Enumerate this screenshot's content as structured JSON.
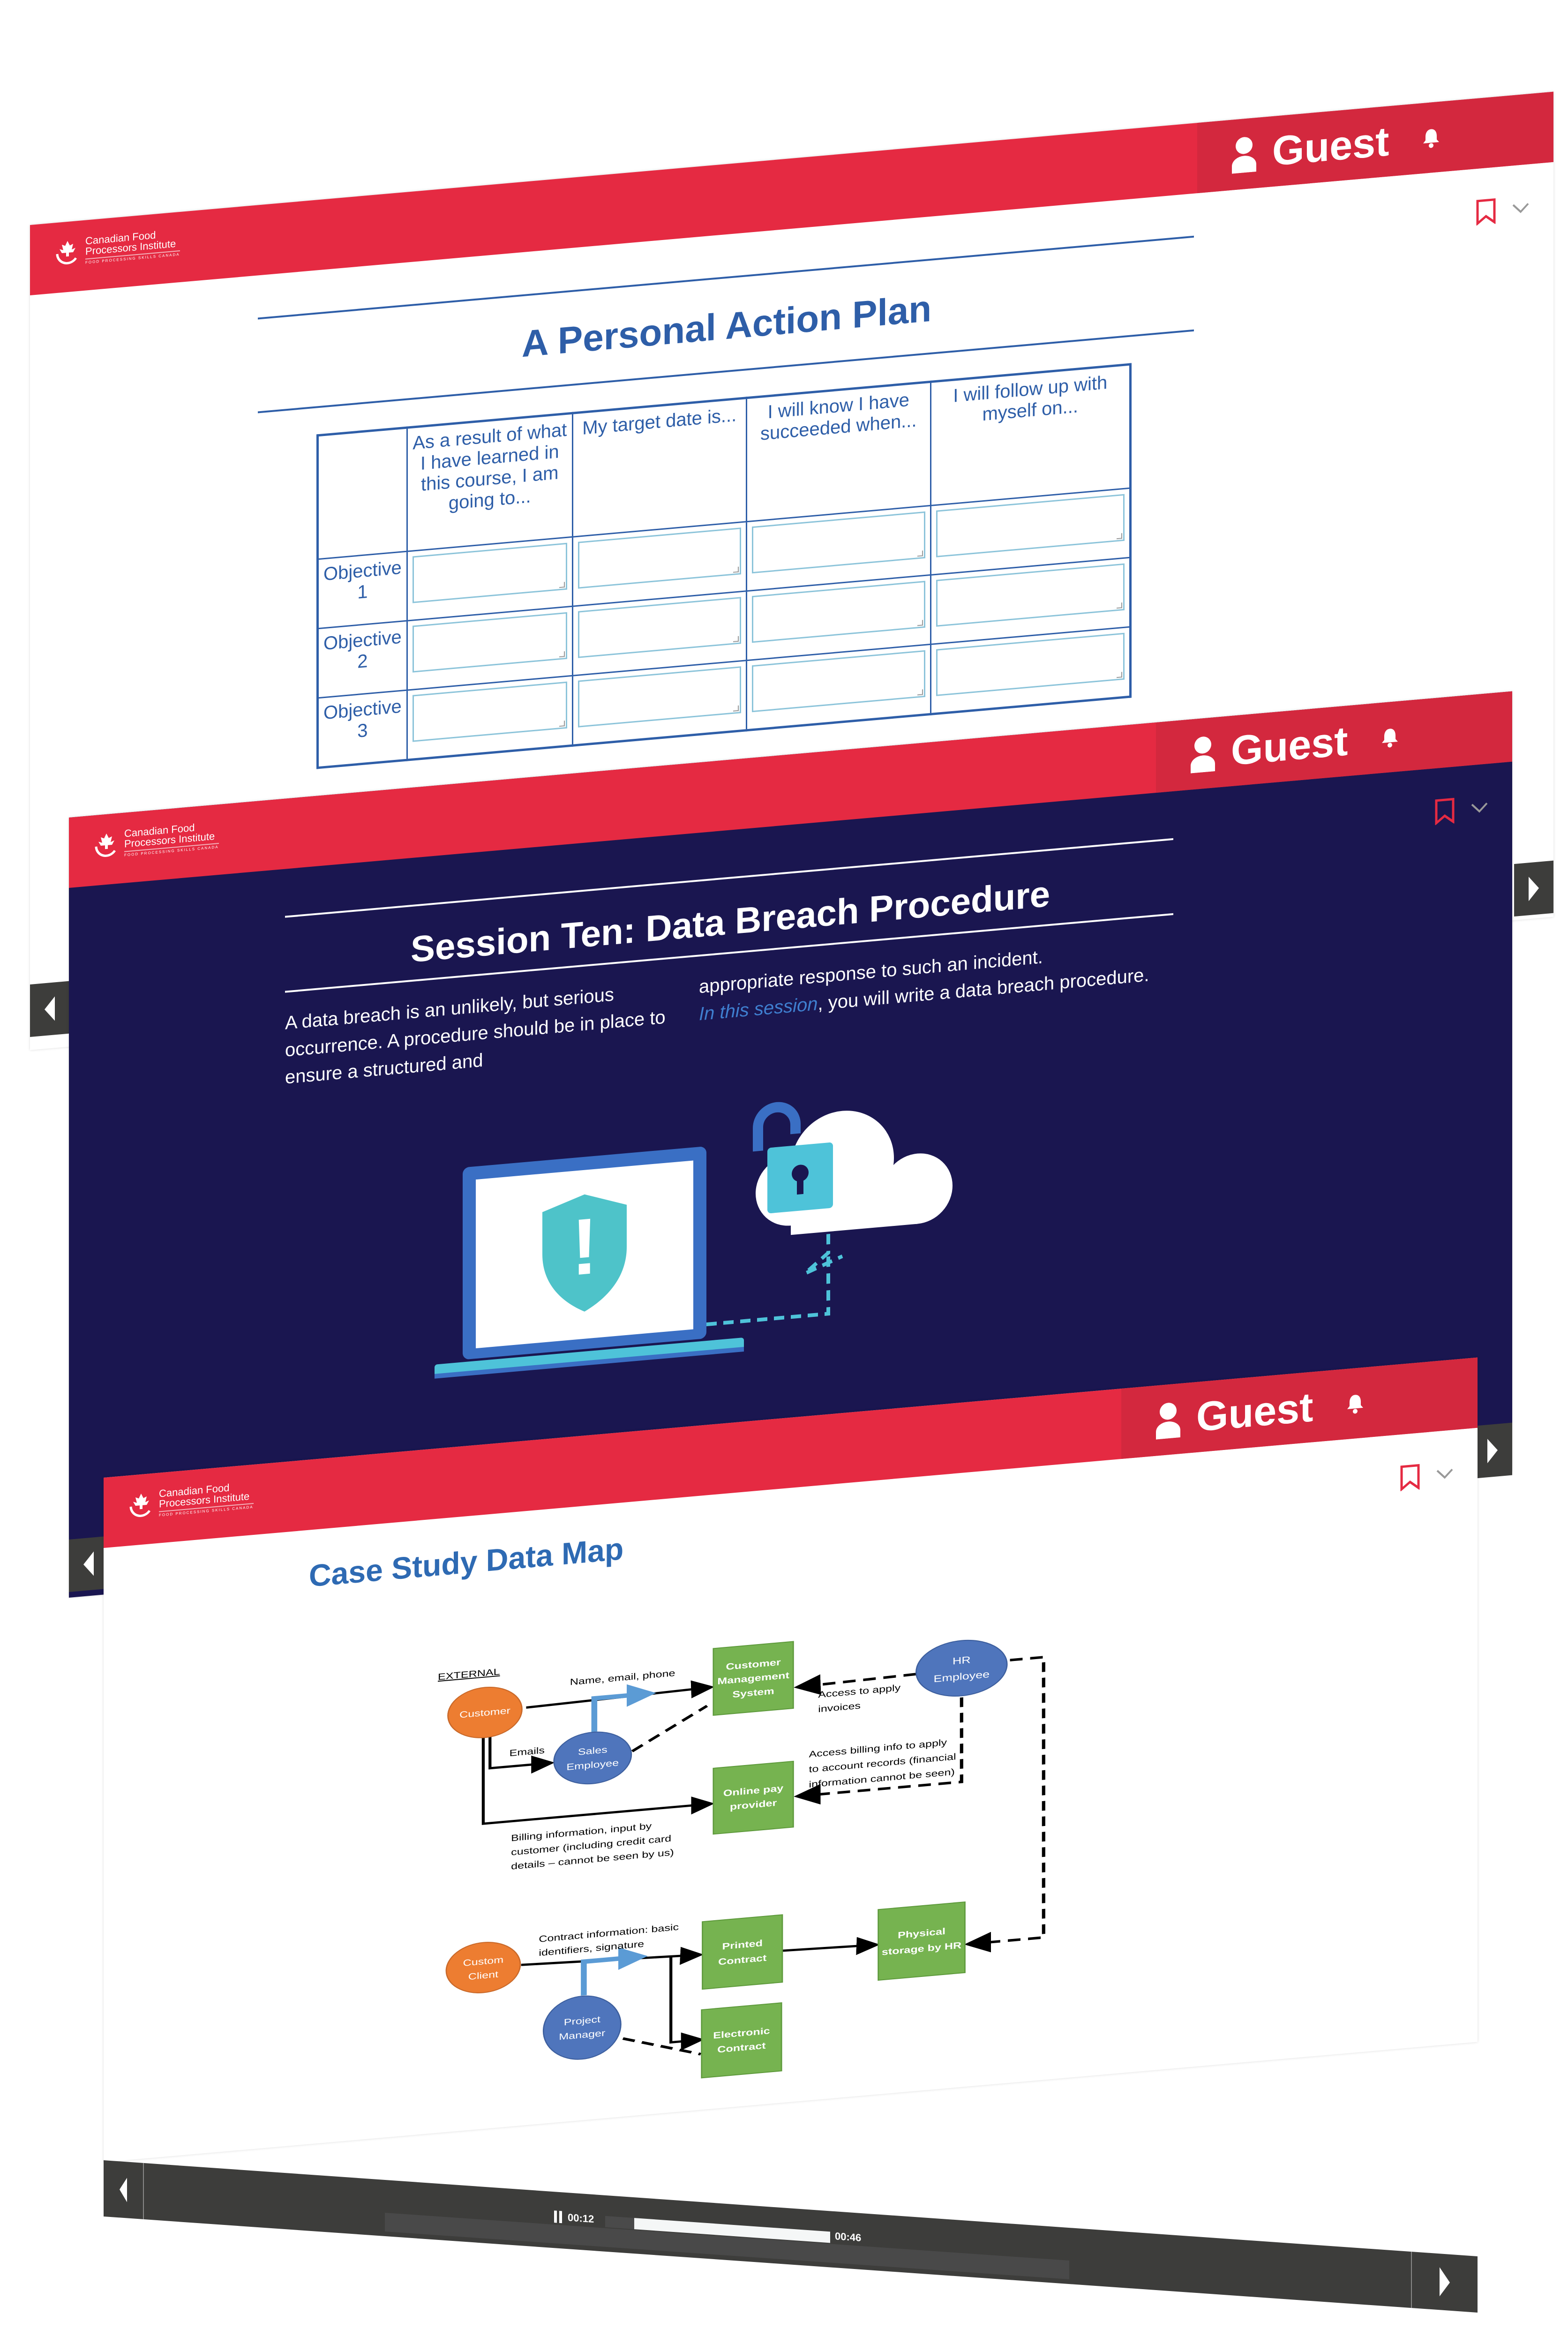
{
  "brand": {
    "logo_line1": "Canadian Food",
    "logo_line2": "Processors Institute",
    "logo_tagline": "FOOD PROCESSING SKILLS CANADA",
    "red": "#e52a42",
    "navy": "#1a1650"
  },
  "user": {
    "name": "Guest"
  },
  "icons": [
    "user-icon",
    "bell-icon",
    "bookmark-icon",
    "chevron-down-icon",
    "arrow-left-icon",
    "arrow-right-icon",
    "pause-icon"
  ],
  "slide1": {
    "title": "A Personal Action Plan",
    "columns": [
      "",
      "As a result of what I have learned in this course, I am going to...",
      "My target date is...",
      "I will know I have succeeded when...",
      "I will follow up with myself on..."
    ],
    "rows": [
      "Objective 1",
      "Objective 2",
      "Objective 3"
    ]
  },
  "slide2": {
    "title": "Session Ten: Data Breach Procedure",
    "para_left": "A data breach is an unlikely, but serious occurrence. A procedure should be in place to ensure a structured and",
    "para_right_1": "appropriate response to such an incident.",
    "para_right_hl": "In this session",
    "para_right_2": ", you will write a data breach procedure.",
    "shield_mark": "!"
  },
  "slide3": {
    "title": "Case Study Data Map",
    "diagram": {
      "external": "EXTERNAL",
      "customer": "Customer",
      "sales": [
        "Sales",
        "Employee"
      ],
      "cms": [
        "Customer",
        "Management",
        "System"
      ],
      "hr": [
        "HR",
        "Employee"
      ],
      "online_pay": [
        "Online pay",
        "provider"
      ],
      "custom_client": [
        "Custom",
        "Client"
      ],
      "project_manager": [
        "Project",
        "Manager"
      ],
      "printed": [
        "Printed",
        "Contract"
      ],
      "electronic": [
        "Electronic",
        "Contract"
      ],
      "physical": [
        "Physical",
        "storage by HR"
      ],
      "lbl_name": "Name, email, phone",
      "lbl_emails": "Emails",
      "lbl_invoices": [
        "Access to apply",
        "invoices"
      ],
      "lbl_billing_access": [
        "Access billing info to apply",
        "to account records (financial",
        "information cannot be seen)"
      ],
      "lbl_billing_info": [
        "Billing information, input by",
        "customer (including credit card",
        "details – cannot be seen by us)"
      ],
      "lbl_contract": [
        "Contract information: basic",
        "identifiers, signature"
      ]
    }
  },
  "player": {
    "current": "00:12",
    "total": "00:46",
    "progress": 0.26
  }
}
